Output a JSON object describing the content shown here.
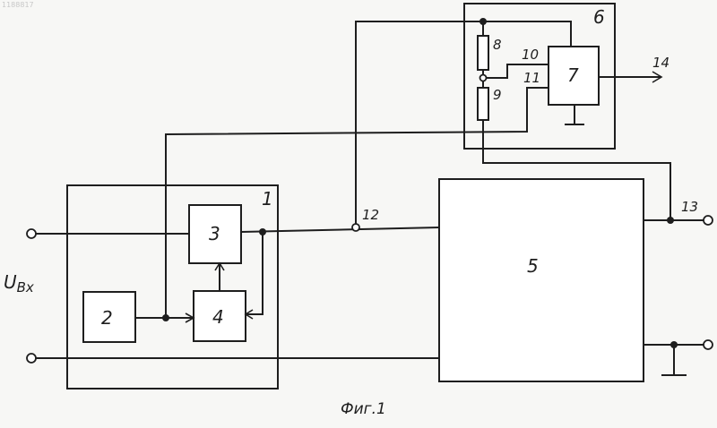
{
  "header": {
    "doc_number": "1188817"
  },
  "blocks": {
    "b1": "1",
    "b2": "2",
    "b3": "3",
    "b4": "4",
    "b5": "5",
    "b6": "6",
    "b7": "7",
    "r8": "8",
    "r9": "9"
  },
  "nodes": {
    "n10": "10",
    "n11": "11",
    "n12": "12",
    "n13": "13",
    "n14": "14"
  },
  "input_label": "U",
  "input_label_sub": "Bx",
  "caption": "Фиг.1"
}
